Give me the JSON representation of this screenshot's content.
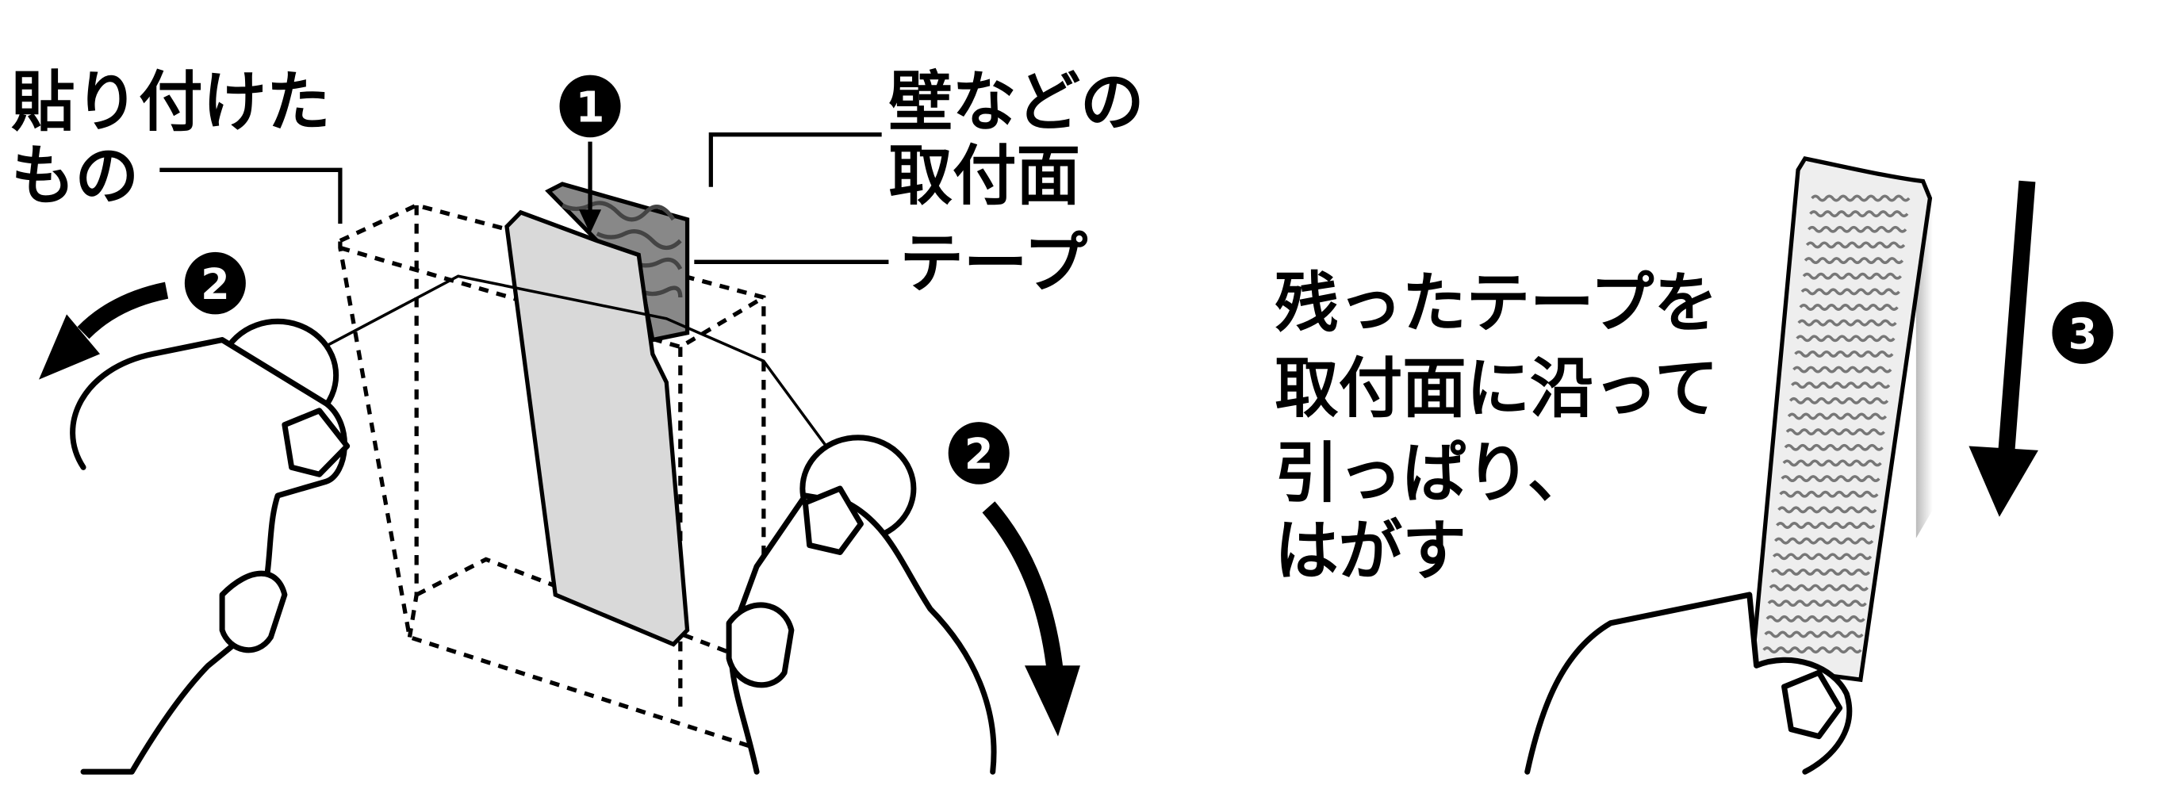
{
  "labels": {
    "attached_object": [
      "貼り付けた",
      "もの"
    ],
    "mount_surface": [
      "壁などの",
      "取付面"
    ],
    "tape": "テープ",
    "instruction": [
      "残ったテープを",
      "取付面に沿って",
      "引っぱり、",
      "はがす"
    ]
  },
  "steps": {
    "step1": "1",
    "step2": "2",
    "step3": "3"
  },
  "colors": {
    "ink": "#000000",
    "tape_fill": "#d9d9d9",
    "tape_edge": "#777777"
  }
}
